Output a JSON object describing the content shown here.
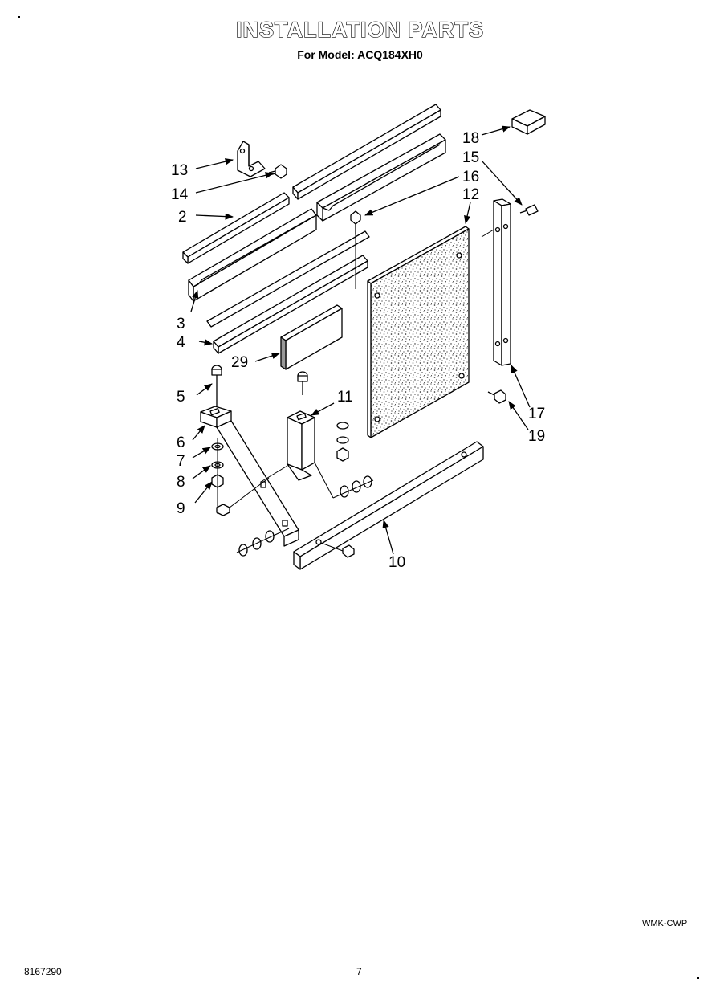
{
  "header": {
    "title": "INSTALLATION PARTS",
    "subtitle": "For Model: ACQ184XH0"
  },
  "callouts": {
    "c2": "2",
    "c3": "3",
    "c4": "4",
    "c5": "5",
    "c6": "6",
    "c7": "7",
    "c8": "8",
    "c9": "9",
    "c10": "10",
    "c11": "11",
    "c12": "12",
    "c13": "13",
    "c14": "14",
    "c15": "15",
    "c16": "16",
    "c17": "17",
    "c18": "18",
    "c19": "19",
    "c29": "29"
  },
  "footer": {
    "code": "WMK-CWP",
    "part_number": "8167290",
    "page": "7"
  }
}
